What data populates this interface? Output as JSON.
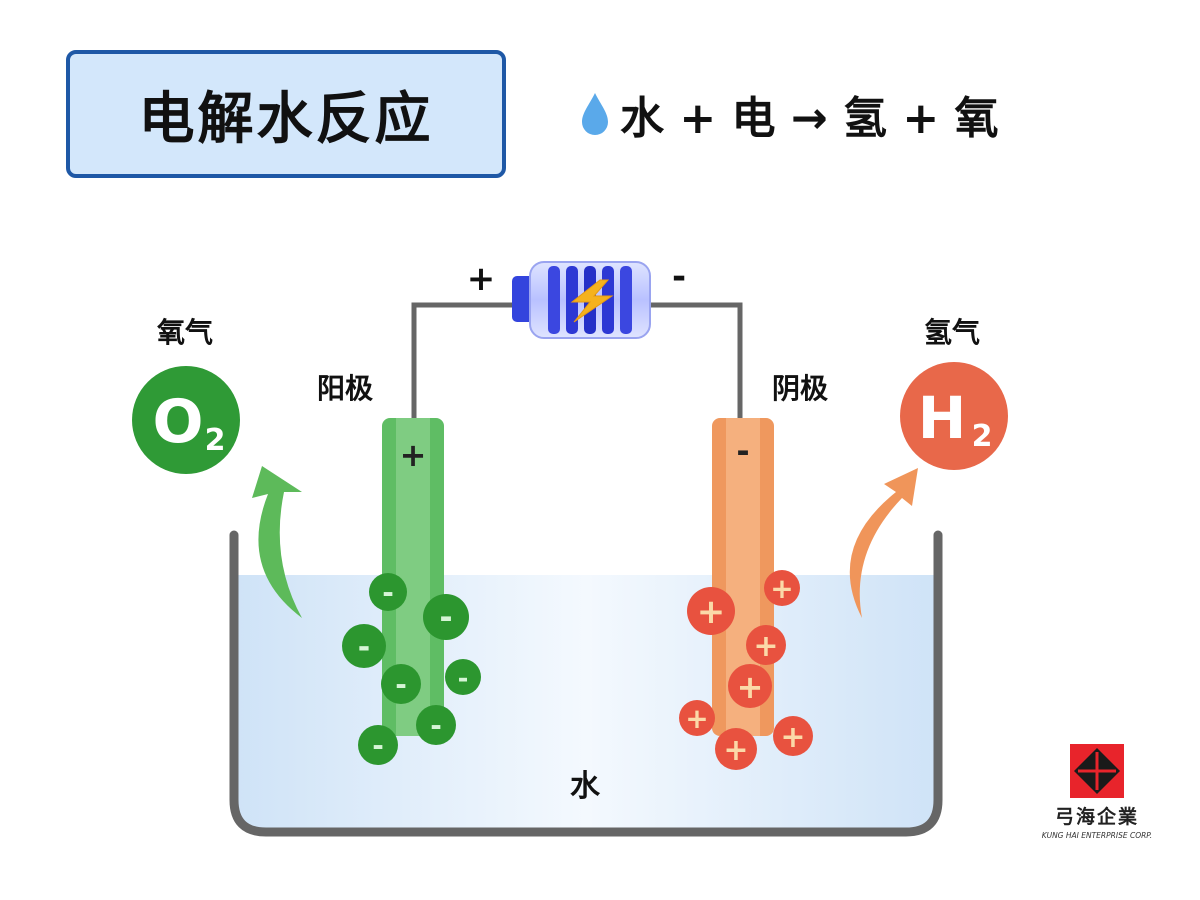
{
  "title": "电解水反应",
  "equation": "水 + 电 → 氢 + 氧",
  "labels": {
    "oxygen_gas": "氧气",
    "hydrogen_gas": "氢气",
    "anode": "阳极",
    "cathode": "阴极",
    "water": "水",
    "battery_plus": "+",
    "battery_minus": "-",
    "anode_sign": "+",
    "cathode_sign": "-"
  },
  "molecules": {
    "oxygen": {
      "element": "O",
      "subscript": "2"
    },
    "hydrogen": {
      "element": "H",
      "subscript": "2"
    }
  },
  "ions": {
    "negative_sign": "-",
    "positive_sign": "+"
  },
  "logo": {
    "chinese": "弓海企業",
    "english": "KUNG HAI ENTERPRISE CORP."
  },
  "colors": {
    "title_bg": "#d3e7fb",
    "title_border": "#1e58a6",
    "oxygen": "#2f9a36",
    "hydrogen": "#e8684a",
    "anode": "#6cc270",
    "cathode": "#f2a36c",
    "water": "#d3e7fb",
    "arrow_green": "#5dba5a",
    "arrow_orange": "#f0955a",
    "wire": "#666666",
    "logo_red": "#e8242b"
  },
  "icons": {
    "water_drop": "water-drop-icon",
    "battery": "battery-icon",
    "lightning": "lightning-icon"
  }
}
